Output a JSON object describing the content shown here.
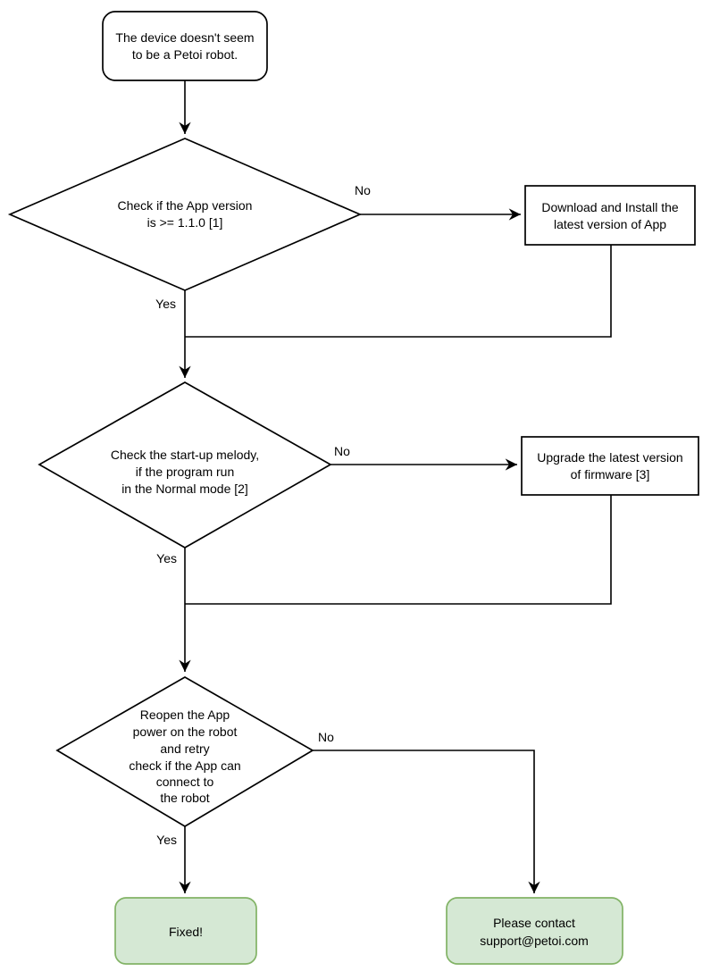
{
  "flowchart": {
    "colors": {
      "background": "#ffffff",
      "line": "#000000",
      "node_fill": "#ffffff",
      "node_border": "#000000",
      "terminal_fill": "#d5e8d4",
      "terminal_border": "#82b366"
    },
    "start": {
      "line1": "The device doesn't seem",
      "line2": "to be a Petoi robot."
    },
    "decision_app_version": {
      "line1": "Check if the  App version",
      "line2": "is >= 1.1.0 [1]",
      "no_label": "No",
      "yes_label": "Yes"
    },
    "process_install_app": {
      "line1": "Download and Install the",
      "line2": "latest version of App"
    },
    "decision_melody": {
      "line1": "Check the start-up melody,",
      "line2": "if the program run",
      "line3": "in the Normal mode [2]",
      "no_label": "No",
      "yes_label": "Yes"
    },
    "process_upgrade_firmware": {
      "line1": "Upgrade the latest version",
      "line2": "of firmware [3]",
      "no_label": "No"
    },
    "decision_reconnect": {
      "line1": "Reopen the App",
      "line2": "power on the robot",
      "line3": "and retry",
      "line4": "check if the App can",
      "line5": "connect to",
      "line6": "the robot",
      "no_label": "No",
      "yes_label": "Yes"
    },
    "end_fixed": {
      "line1": "Fixed!"
    },
    "end_contact": {
      "line1": "Please contact",
      "line2": "support@petoi.com"
    }
  }
}
